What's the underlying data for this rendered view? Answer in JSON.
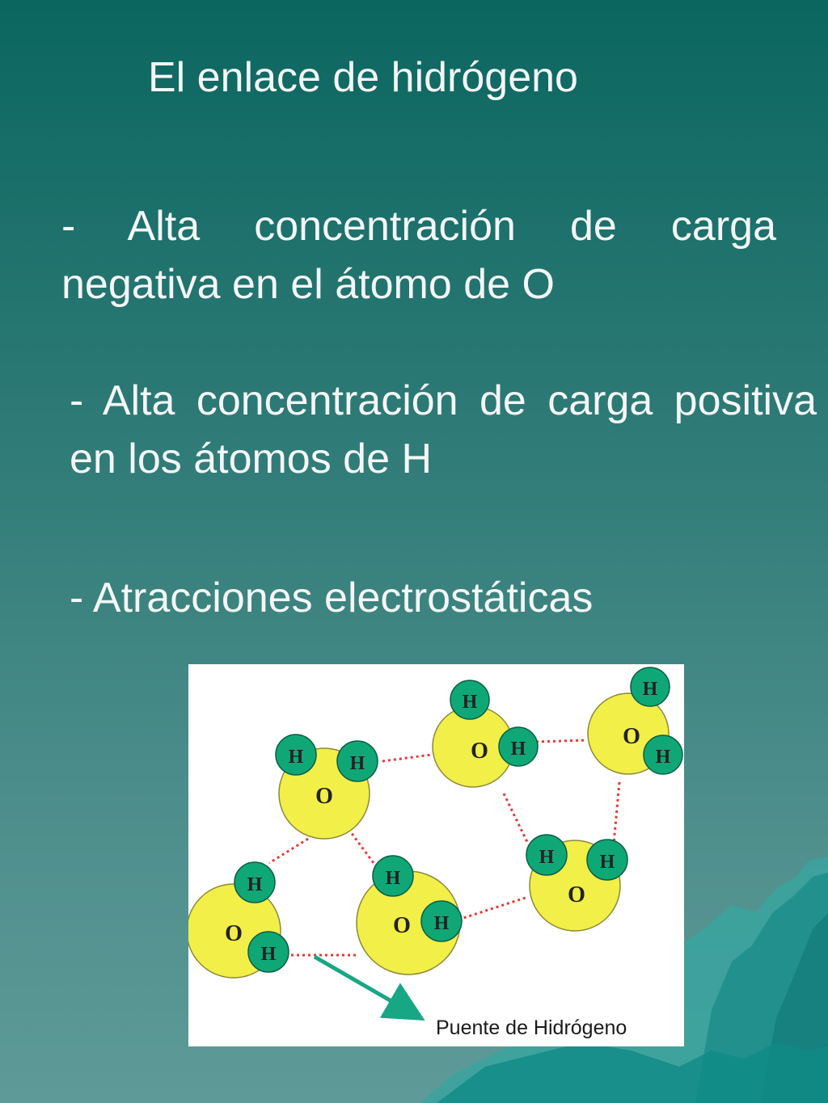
{
  "slide": {
    "title": "El enlace de hidrógeno",
    "bullets": [
      "- Alta concentración de carga negativa en el átomo de O",
      "- Alta concentración de carga positiva en los átomos de H",
      "- Atracciones electrostáticas"
    ]
  },
  "diagram": {
    "caption": "Puente de Hidrógeno",
    "oxygen_label": "O",
    "hydrogen_label": "H",
    "colors": {
      "oxygen": "#f1ef48",
      "hydrogen": "#10a776",
      "bond": "#e53838",
      "arrow": "#17a785"
    }
  }
}
